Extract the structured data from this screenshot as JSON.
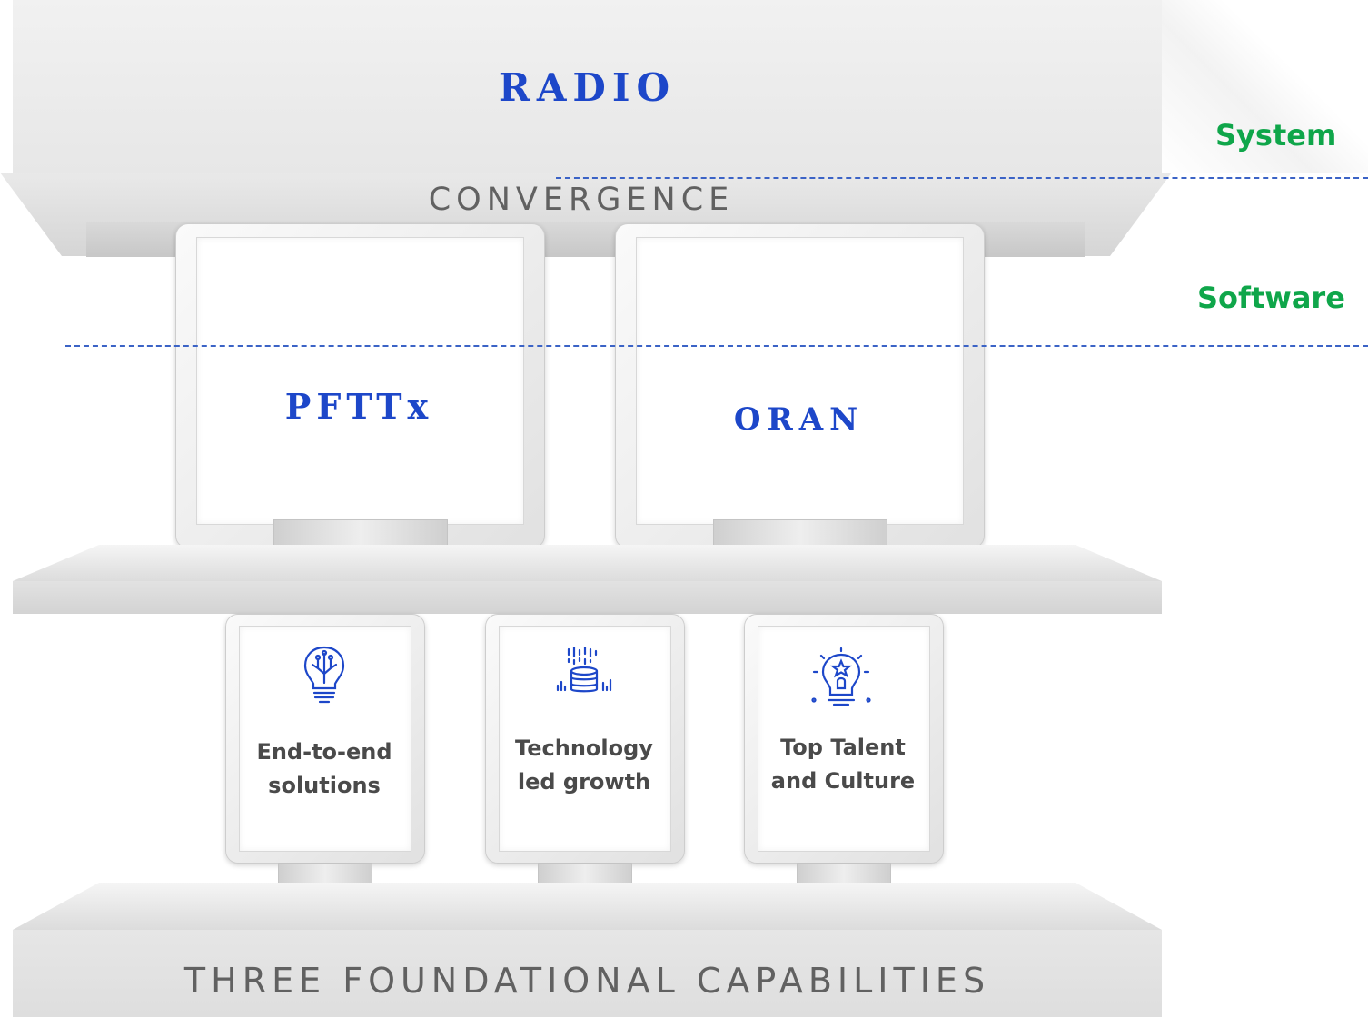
{
  "top": {
    "radio_label": "RADIO",
    "convergence_label": "CONVERGENCE"
  },
  "layers": {
    "system_label": "System",
    "software_label": "Software"
  },
  "monitors": [
    {
      "label": "PFTTx"
    },
    {
      "label": "ORAN"
    }
  ],
  "capabilities": [
    {
      "icon": "lightbulb-circuit-icon",
      "line1": "End-to-end",
      "line2": "solutions"
    },
    {
      "icon": "database-growth-icon",
      "line1": "Technology",
      "line2": "led growth"
    },
    {
      "icon": "talent-lightbulb-icon",
      "line1": "Top Talent",
      "line2": "and Culture"
    }
  ],
  "footer": {
    "label": "THREE FOUNDATIONAL CAPABILITIES"
  },
  "colors": {
    "title_blue": "#1d47c9",
    "layer_green": "#0fa64a",
    "dash_blue": "#3b63c6",
    "caption_gray": "#616161"
  }
}
